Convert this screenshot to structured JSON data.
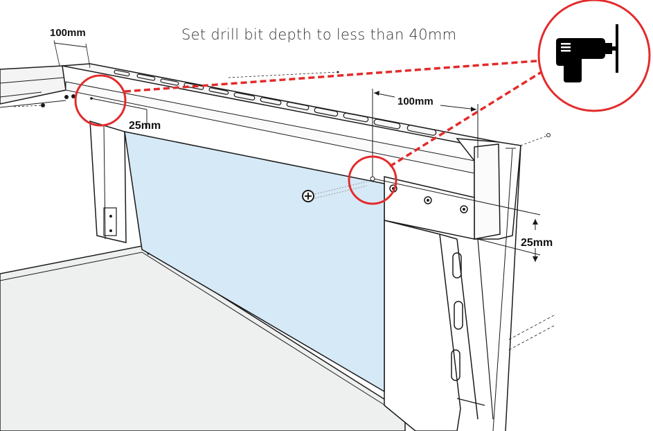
{
  "instruction": "Set drill bit depth to less than 40mm",
  "dimensions": {
    "top_left_width": "100mm",
    "left_depth": "25mm",
    "right_width": "100mm",
    "right_depth": "25mm"
  },
  "icons": {
    "drill": "drill-icon",
    "screw": "screw-icon"
  },
  "colors": {
    "highlight": "#e32b2b",
    "panel": "#d6e9f6",
    "line": "#1a1a1a"
  }
}
